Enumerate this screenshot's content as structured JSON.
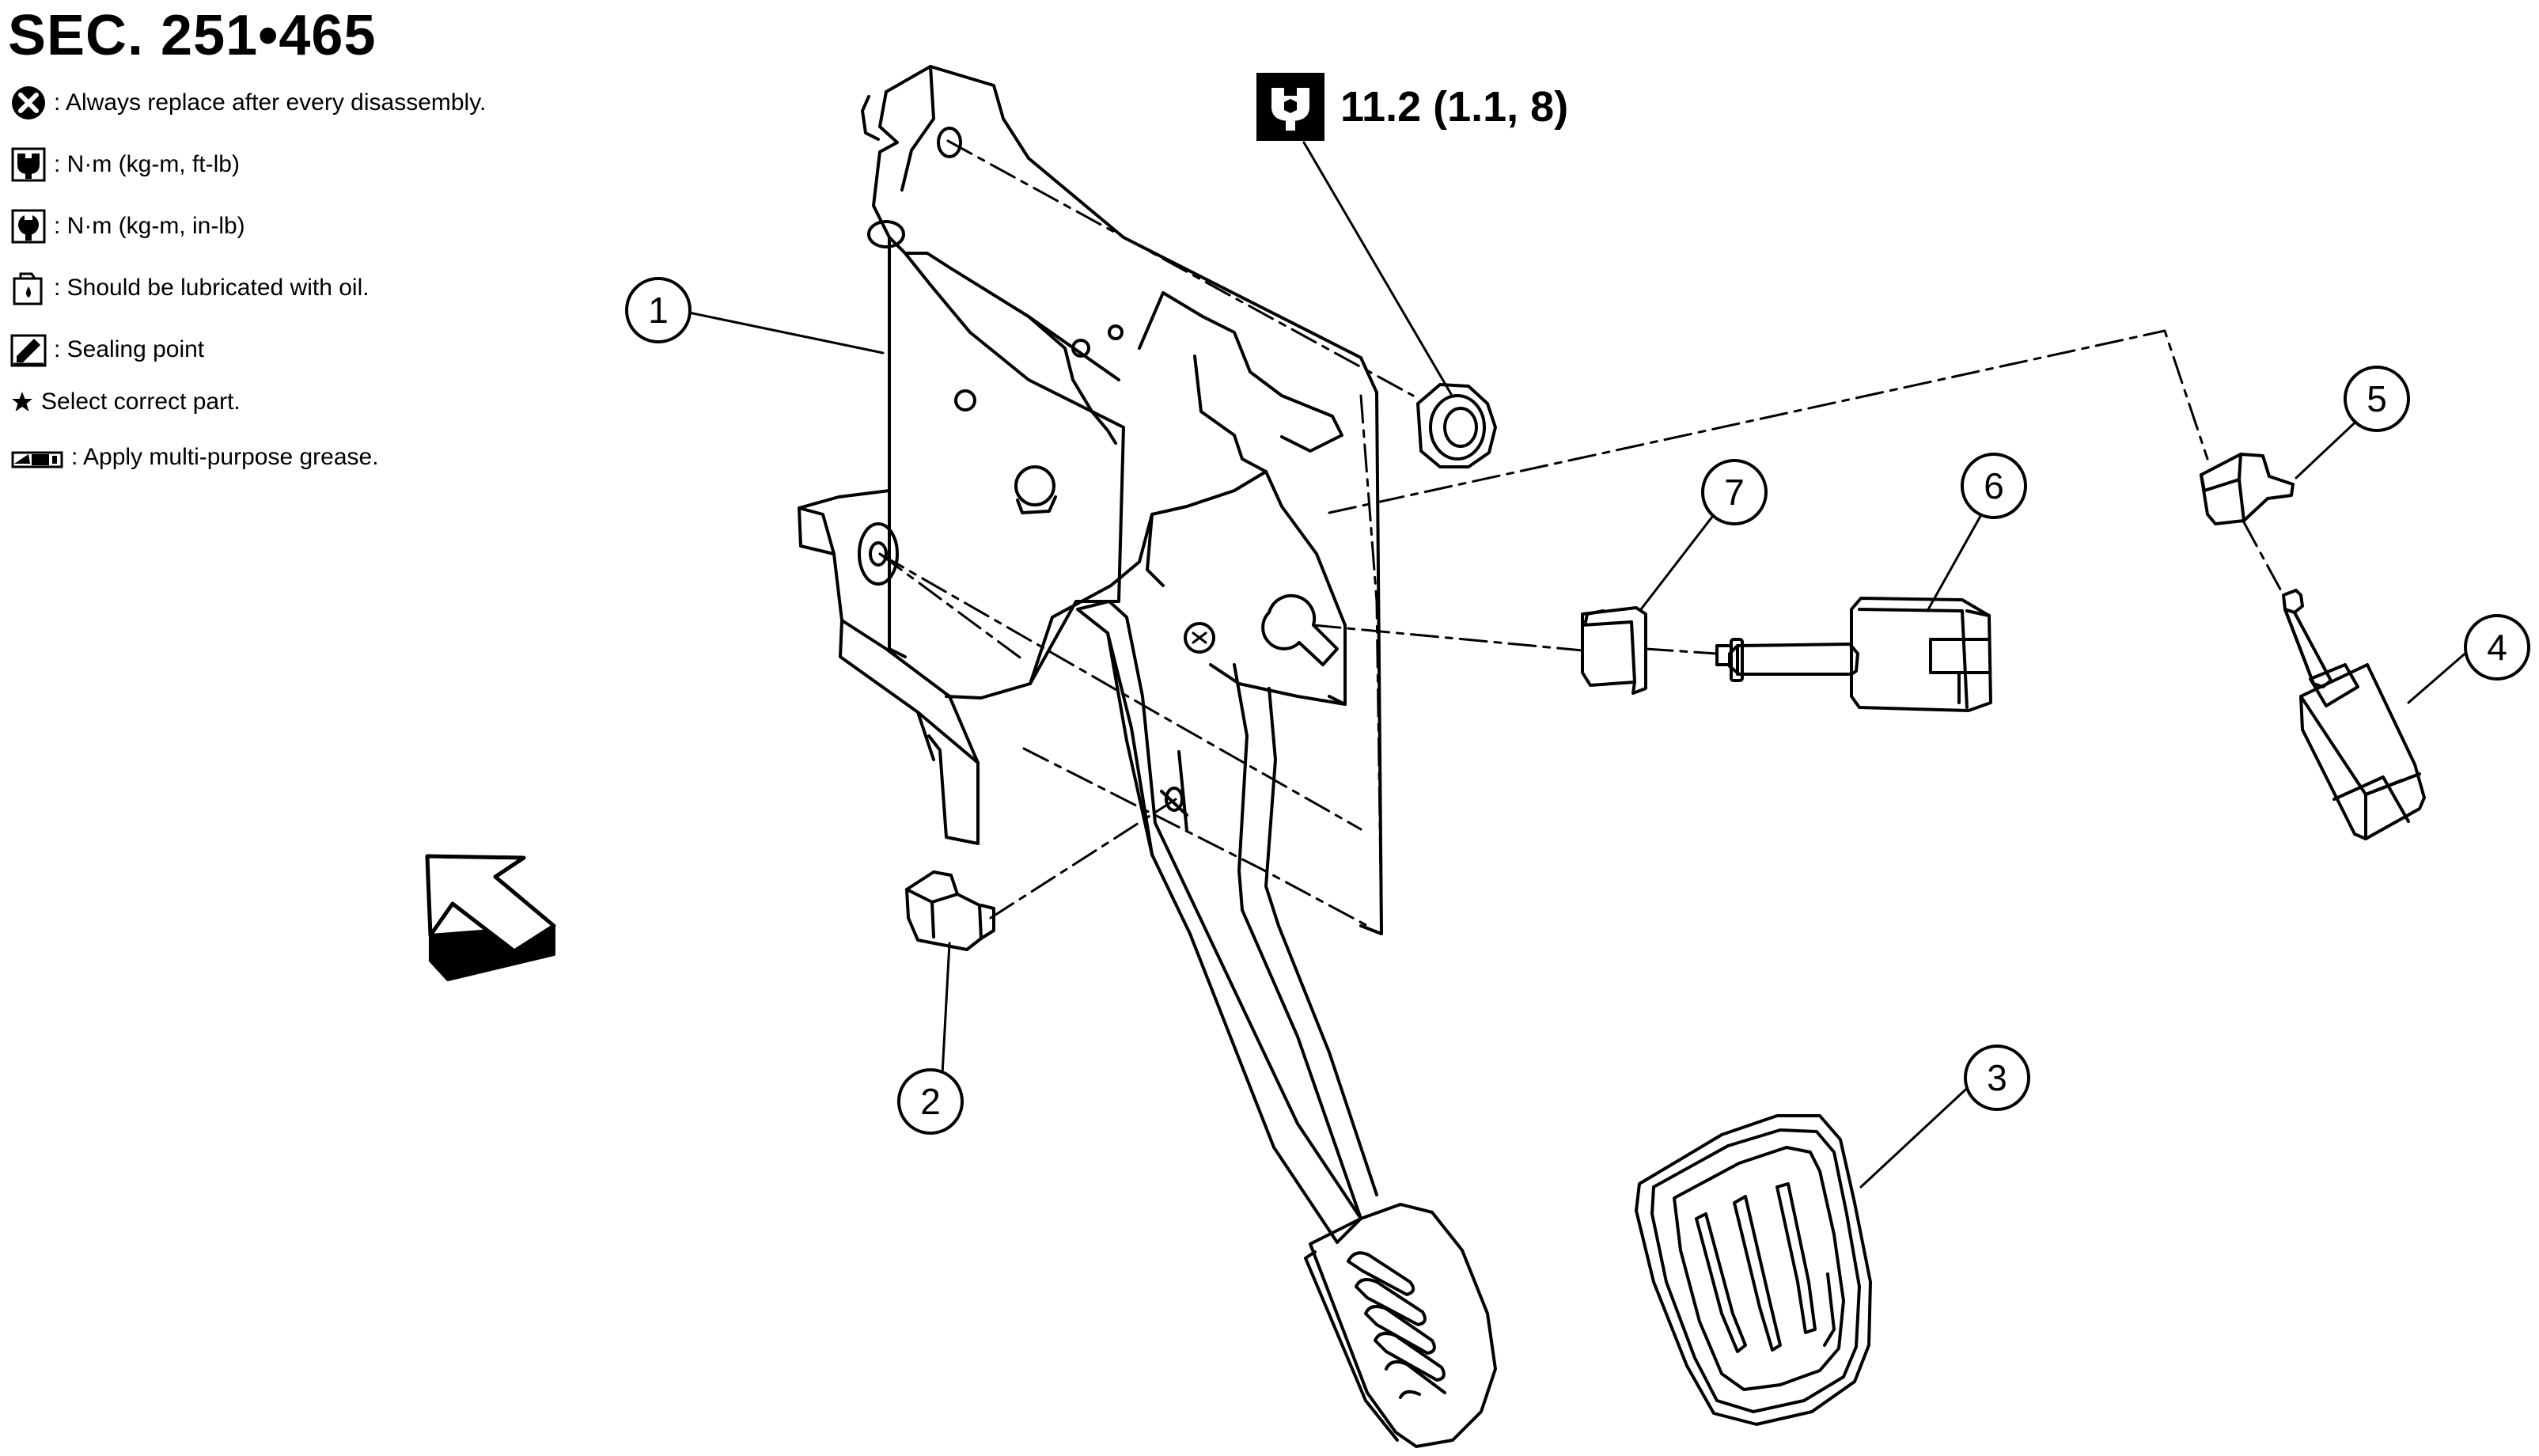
{
  "section": "SEC. 251•465",
  "legend": [
    {
      "icon": "replace-part-icon",
      "text": ": Always replace after every disassembly."
    },
    {
      "icon": "torque-ft-lb-icon",
      "text": ": N·m (kg-m, ft-lb)"
    },
    {
      "icon": "torque-in-lb-icon",
      "text": ": N·m (kg-m, in-lb)"
    },
    {
      "icon": "oil-can-icon",
      "text": ": Should be lubricated with oil."
    },
    {
      "icon": "sealing-point-icon",
      "text": ": Sealing point"
    },
    {
      "icon": "star-icon",
      "text": "Select correct part."
    },
    {
      "icon": "grease-icon",
      "text": ": Apply multi-purpose grease."
    }
  ],
  "torque_callout": {
    "icon": "torque-wrench-icon",
    "value": "11.2 (1.1, 8)"
  },
  "callouts": [
    "1",
    "2",
    "3",
    "4",
    "5",
    "6",
    "7"
  ],
  "colors": {
    "ink": "#000000",
    "paper": "#ffffff"
  }
}
